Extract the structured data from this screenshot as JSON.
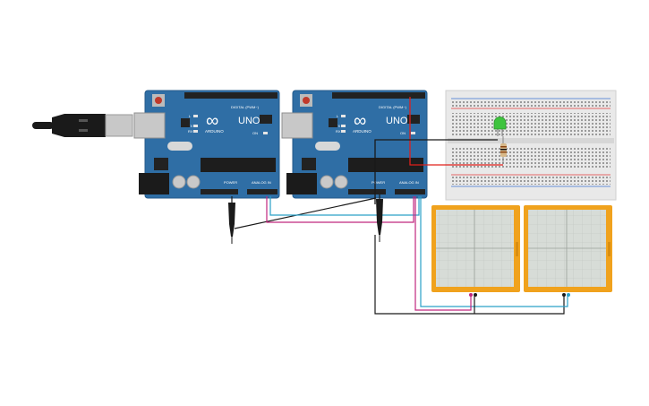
{
  "colors": {
    "board": "#2f6ea5",
    "board_edge": "#245a8a",
    "chip": "#1d1d1d",
    "header": "#222222",
    "usb_metal": "#c8c8c8",
    "cable": "#1a1a1a",
    "wire_black": "#1a1a1a",
    "wire_red": "#e0201b",
    "wire_magenta": "#c0277e",
    "wire_cyan": "#2aa0c8",
    "breadboard": "#e9e9e9",
    "rail_red": "#e23b3b",
    "rail_blue": "#3b6fd0",
    "plotter_frame": "#f0a21d",
    "plotter_screen": "#d7dcd7",
    "led": "#3ec43e"
  },
  "arduino_1": {
    "logo": "∞",
    "brand": "ARDUINO",
    "model": "UNO",
    "digital_label": "DIGITAL (PWM~)",
    "power_label": "POWER",
    "analog_label": "ANALOG IN",
    "tx_label": "TX",
    "rx_label": "RX",
    "l_label": "L",
    "on_label": "ON"
  },
  "arduino_2": {
    "logo": "∞",
    "brand": "ARDUINO",
    "model": "UNO",
    "digital_label": "DIGITAL (PWM~)",
    "power_label": "POWER",
    "analog_label": "ANALOG IN",
    "tx_label": "TX",
    "rx_label": "RX",
    "l_label": "L",
    "on_label": "ON"
  },
  "icons": {
    "usb": "usb-plug-icon",
    "alligator": "alligator-clip-icon",
    "led": "led-icon",
    "resistor": "resistor-icon"
  }
}
